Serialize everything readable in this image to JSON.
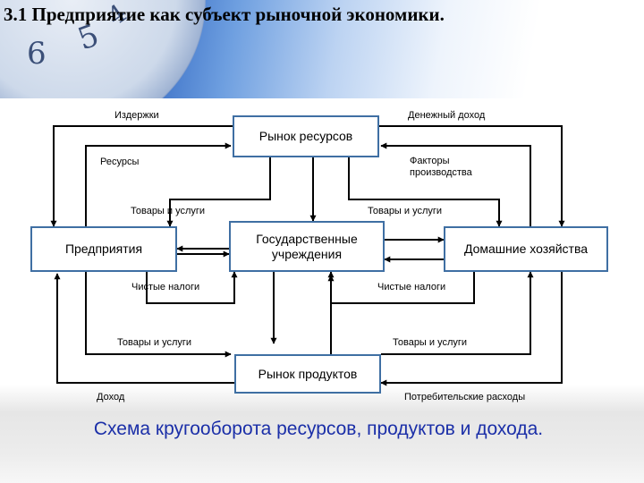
{
  "title": "3.1 Предприятие как субъект рыночной экономики.",
  "clock_digits": [
    "6",
    "5",
    "4"
  ],
  "nodes": {
    "resource_market": "Рынок ресурсов",
    "firms": "Предприятия",
    "government": "Государственные учреждения",
    "households": "Домашние хозяйства",
    "product_market": "Рынок продуктов"
  },
  "labels": {
    "costs": "Издержки",
    "money_income": "Денежный доход",
    "resources": "Ресурсы",
    "factors_of_production": "Факторы производства",
    "goods_services_top_left": "Товары и услуги",
    "goods_services_top_right": "Товары и услуги",
    "net_taxes_left": "Чистые налоги",
    "net_taxes_right": "Чистые налоги",
    "goods_services_bottom_left": "Товары и услуги",
    "goods_services_bottom_right": "Товары и услуги",
    "income": "Доход",
    "consumer_spending": "Потребительские расходы"
  },
  "caption": "Схема кругооборота ресурсов, продуктов и дохода.",
  "colors": {
    "box_border": "#3f6fa3",
    "caption": "#1b2fa8",
    "arrow": "#000000"
  }
}
